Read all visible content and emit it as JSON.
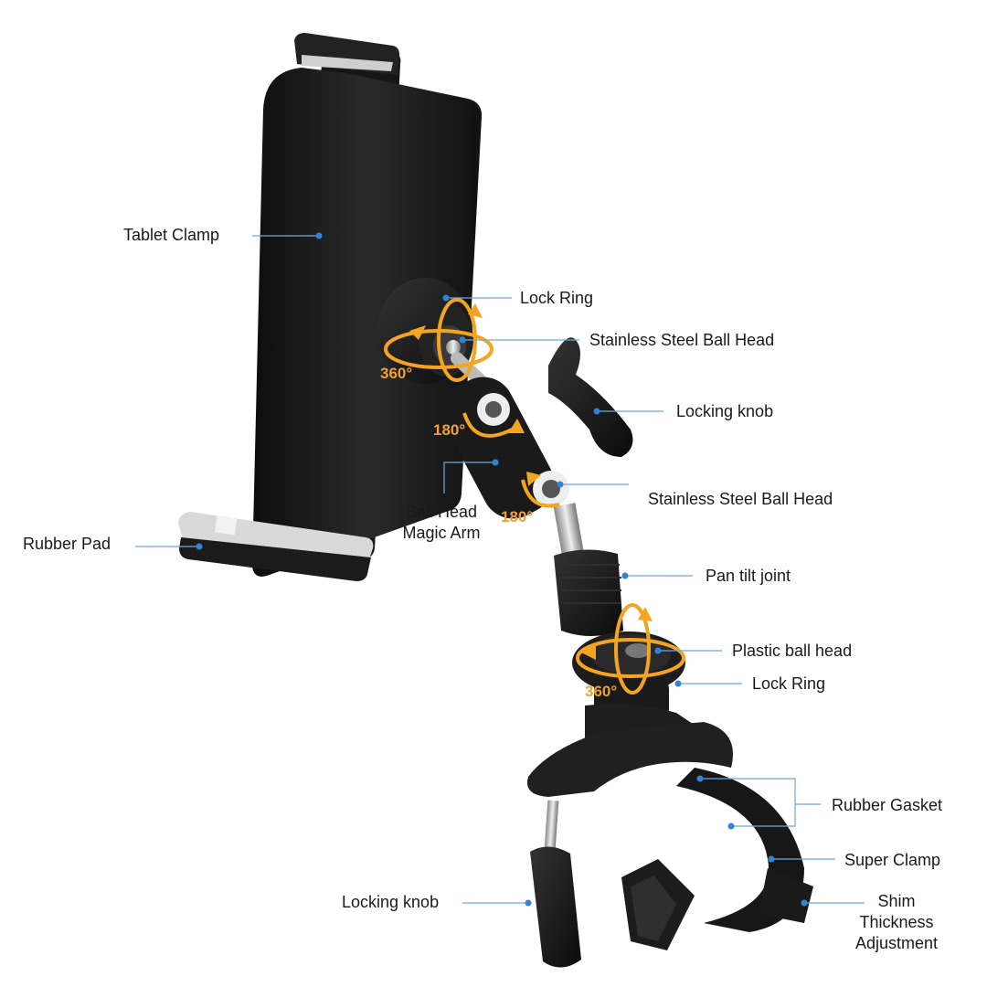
{
  "labels": {
    "tablet_clamp": "Tablet Clamp",
    "lock_ring_top": "Lock Ring",
    "ss_ball_head_1": "Stainless Steel Ball Head",
    "locking_knob_top": "Locking knob",
    "ss_ball_head_2": "Stainless Steel Ball Head",
    "ball_head_magic_arm_1": "Ball Head",
    "ball_head_magic_arm_2": "Magic Arm",
    "rubber_pad": "Rubber Pad",
    "pan_tilt_joint": "Pan tilt joint",
    "plastic_ball_head": "Plastic ball head",
    "lock_ring_bottom": "Lock Ring",
    "rubber_gasket": "Rubber Gasket",
    "super_clamp": "Super Clamp",
    "locking_knob_bottom": "Locking knob",
    "shim_1": "Shim",
    "shim_2": "Thickness",
    "shim_3": "Adjustment"
  },
  "rotations": {
    "top": "360°",
    "arm_upper": "180°",
    "arm_lower": "180°",
    "bottom": "360°"
  },
  "colors": {
    "body": "#1c1c1c",
    "rotation_arrow": "#f5a41f",
    "leader_line": "#6fa8dc",
    "leader_dot": "#2f84d8"
  }
}
